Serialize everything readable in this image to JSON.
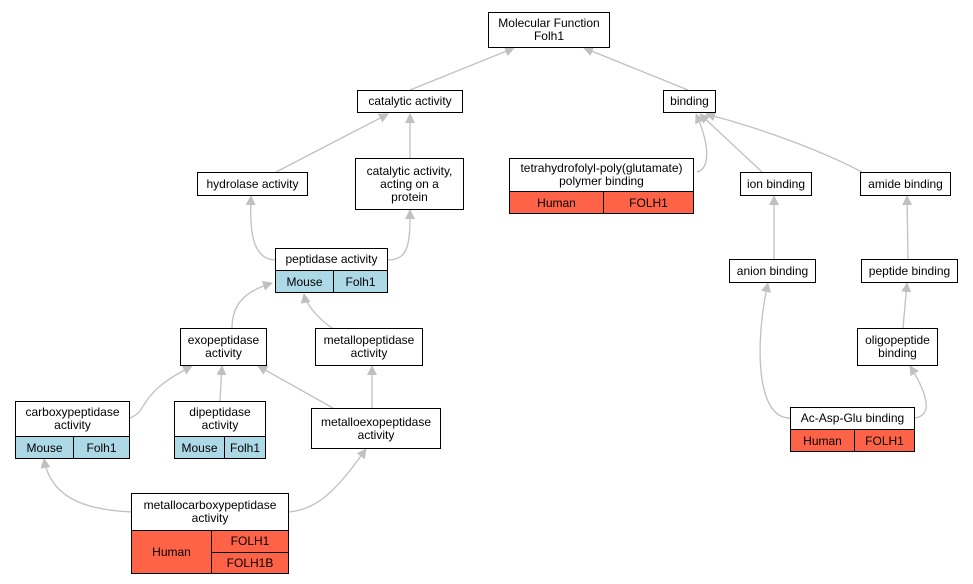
{
  "colors": {
    "mouse": "#add8e6",
    "human": "#ff6347",
    "edge": "#c0c0c0"
  },
  "nodes": {
    "root": "Molecular Function\nFolh1",
    "catalytic": "catalytic activity",
    "binding": "binding",
    "hydrolase": "hydrolase activity",
    "catalytic_protein": "catalytic activity,\nacting on a\nprotein",
    "thf_binding": {
      "label": "tetrahydrofolyl-poly(glutamate)\npolymer binding",
      "species": "Human",
      "gene": "FOLH1"
    },
    "ion_binding": "ion binding",
    "amide_binding": "amide binding",
    "peptidase": {
      "label": "peptidase activity",
      "species": "Mouse",
      "gene": "Folh1"
    },
    "anion_binding": "anion binding",
    "peptide_binding": "peptide binding",
    "exopeptidase": "exopeptidase\nactivity",
    "metallopeptidase": "metallopeptidase\nactivity",
    "oligopeptide_binding": "oligopeptide\nbinding",
    "carboxypeptidase": {
      "label": "carboxypeptidase\nactivity",
      "species": "Mouse",
      "gene": "Folh1"
    },
    "dipeptidase": {
      "label": "dipeptidase\nactivity",
      "species": "Mouse",
      "gene": "Folh1"
    },
    "metalloexopeptidase": "metalloexopeptidase\nactivity",
    "ac_asp_glu": {
      "label": "Ac-Asp-Glu binding",
      "species": "Human",
      "gene": "FOLH1"
    },
    "metallocarboxypeptidase": {
      "label": "metallocarboxypeptidase\nactivity",
      "species": "Human",
      "genes": [
        "FOLH1",
        "FOLH1B"
      ]
    }
  }
}
